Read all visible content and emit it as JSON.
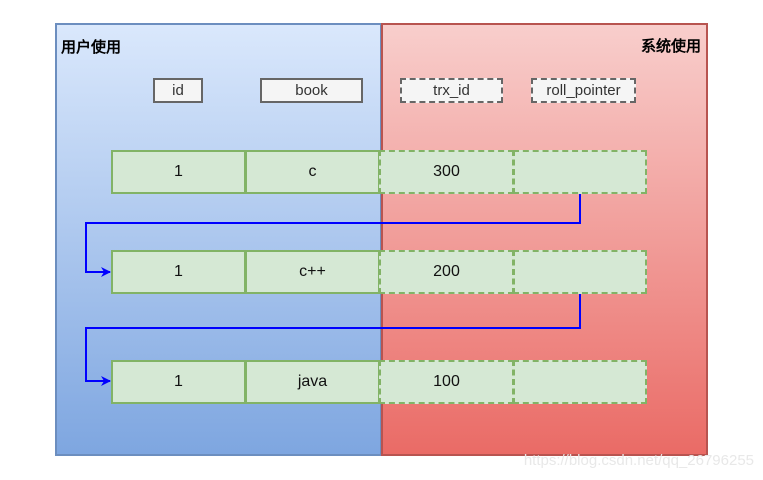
{
  "panels": {
    "user_label": "用户使用",
    "system_label": "系统使用"
  },
  "headers": [
    "id",
    "book",
    "trx_id",
    "roll_pointer"
  ],
  "rows": [
    {
      "id": "1",
      "book": "c",
      "trx_id": "300",
      "roll_pointer": ""
    },
    {
      "id": "1",
      "book": "c++",
      "trx_id": "200",
      "roll_pointer": ""
    },
    {
      "id": "1",
      "book": "java",
      "trx_id": "100",
      "roll_pointer": ""
    }
  ],
  "watermark": "https://blog.csdn.net/qq_26796255",
  "colors": {
    "arrow": "#0000ff",
    "cell_fill": "#d5e8d4",
    "cell_border": "#82b366"
  }
}
